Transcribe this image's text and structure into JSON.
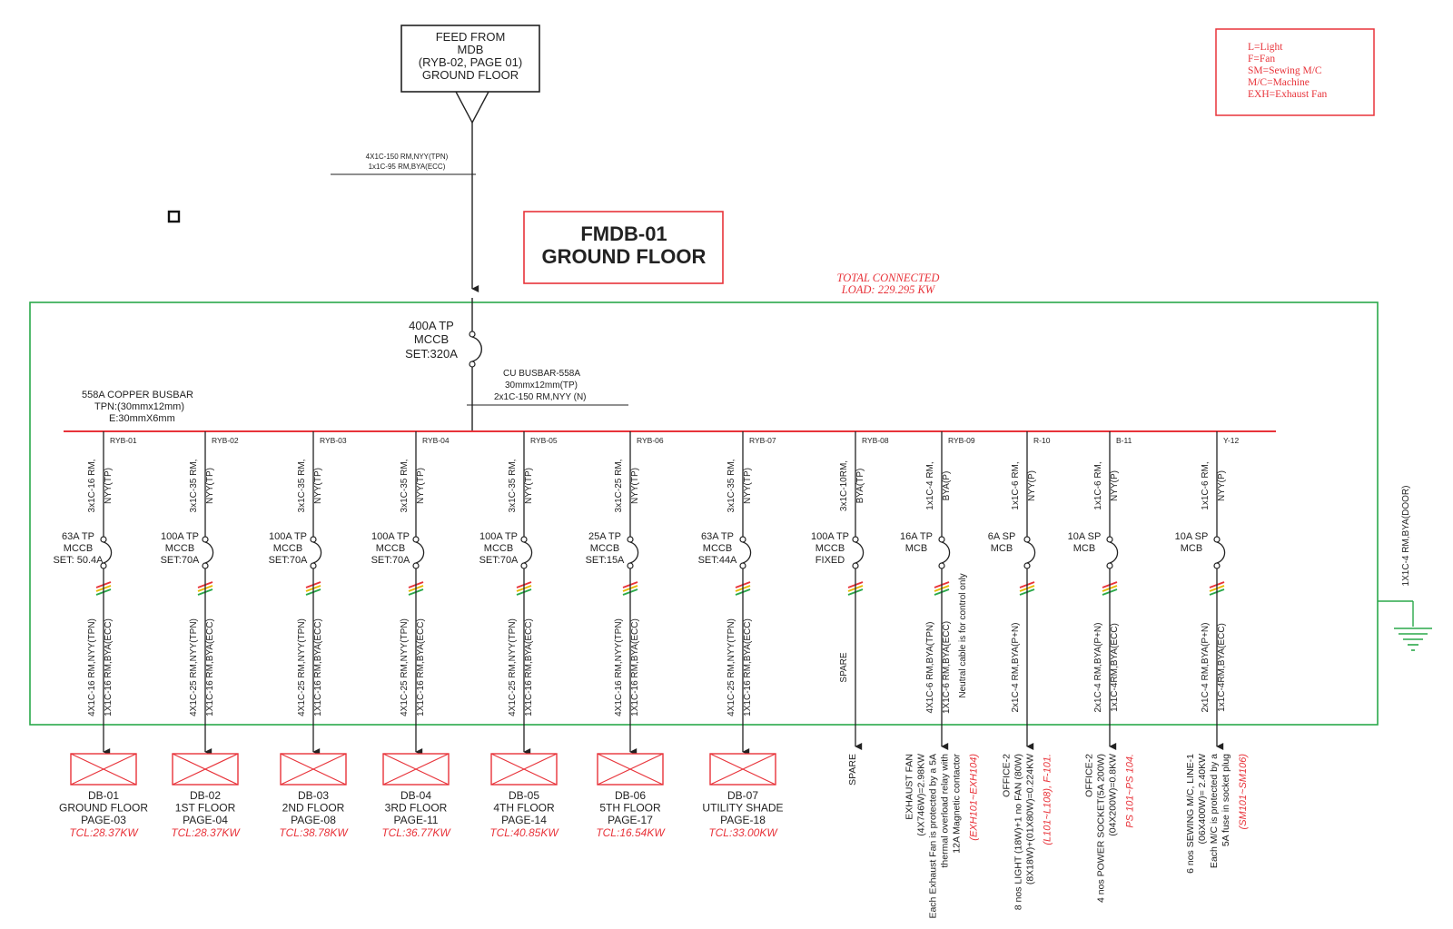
{
  "feed": {
    "lines": [
      "FEED FROM",
      "MDB",
      "(RYB-02, PAGE 01)",
      "GROUND FLOOR"
    ],
    "cable": [
      "4X1C-150 RM,NYY(TPN)",
      "1x1C-95 RM,BYA(ECC)"
    ]
  },
  "legend": [
    "L=Light",
    "F=Fan",
    "SM=Sewing M/C",
    "M/C=Machine",
    "EXH=Exhaust Fan"
  ],
  "title": [
    "FMDB-01",
    "GROUND FLOOR"
  ],
  "total_load": [
    "TOTAL CONNECTED",
    "LOAD: 229.295 KW"
  ],
  "main_breaker": [
    "400A TP",
    "MCCB",
    "SET:320A"
  ],
  "cu_busbar": [
    "CU BUSBAR-558A",
    "30mmx12mm(TP)",
    "2x1C-150 RM,NYY (N)"
  ],
  "copper_busbar": [
    "558A  COPPER BUSBAR",
    "TPN:(30mmx12mm)",
    "E:30mmX6mm"
  ],
  "earth_cable": "1X1C-4 RM,BYA(DOOR)",
  "colors": {
    "border": "#2aa84a",
    "accent": "#e8333a",
    "ink": "#222222"
  },
  "circuits": [
    {
      "tag": "RYB-01",
      "in_cable": [
        "3x1C-16 RM,",
        "NYY(TP)"
      ],
      "breaker": [
        "63A TP",
        "MCCB",
        "SET: 50.4A"
      ],
      "out_cable": [
        "4X1C-16 RM,NYY(TPN)",
        "1X1C-16 RM,BYA(ECC)"
      ],
      "db": {
        "lines": [
          "DB-01",
          "GROUND  FLOOR",
          "PAGE-03"
        ],
        "tcl": "TCL:28.37KW"
      }
    },
    {
      "tag": "RYB-02",
      "in_cable": [
        "3x1C-35 RM,",
        "NYY(TP)"
      ],
      "breaker": [
        "100A TP",
        "MCCB",
        "SET:70A"
      ],
      "out_cable": [
        "4X1C-25 RM,NYY(TPN)",
        "1X1C-16 RM,BYA(ECC)"
      ],
      "db": {
        "lines": [
          "DB-02",
          "1ST FLOOR",
          "PAGE-04"
        ],
        "tcl": "TCL:28.37KW"
      }
    },
    {
      "tag": "RYB-03",
      "in_cable": [
        "3x1C-35 RM,",
        "NYY(TP)"
      ],
      "breaker": [
        "100A TP",
        "MCCB",
        "SET:70A"
      ],
      "out_cable": [
        "4X1C-25 RM,NYY(TPN)",
        "1X1C-16 RM,BYA(ECC)"
      ],
      "db": {
        "lines": [
          "DB-03",
          "2ND FLOOR",
          "PAGE-08"
        ],
        "tcl": "TCL:38.78KW"
      }
    },
    {
      "tag": "RYB-04",
      "in_cable": [
        "3x1C-35 RM,",
        "NYY(TP)"
      ],
      "breaker": [
        "100A TP",
        "MCCB",
        "SET:70A"
      ],
      "out_cable": [
        "4X1C-25 RM,NYY(TPN)",
        "1X1C-16 RM,BYA(ECC)"
      ],
      "db": {
        "lines": [
          "DB-04",
          "3RD  FLOOR",
          "PAGE-11"
        ],
        "tcl": "TCL:36.77KW"
      }
    },
    {
      "tag": "RYB-05",
      "in_cable": [
        "3x1C-35 RM,",
        "NYY(TP)"
      ],
      "breaker": [
        "100A TP",
        "MCCB",
        "SET:70A"
      ],
      "out_cable": [
        "4X1C-25 RM,NYY(TPN)",
        "1X1C-16 RM,BYA(ECC)"
      ],
      "db": {
        "lines": [
          "DB-05",
          "4TH  FLOOR",
          "PAGE-14"
        ],
        "tcl": "TCL:40.85KW"
      }
    },
    {
      "tag": "RYB-06",
      "in_cable": [
        "3x1C-25 RM,",
        "NYY(TP)"
      ],
      "breaker": [
        "25A TP",
        "MCCB",
        "SET:15A"
      ],
      "out_cable": [
        "4X1C-16 RM,NYY(TPN)",
        "1X1C-16 RM,BYA(ECC)"
      ],
      "db": {
        "lines": [
          "DB-06",
          "5TH  FLOOR",
          "PAGE-17"
        ],
        "tcl": "TCL:16.54KW"
      }
    },
    {
      "tag": "RYB-07",
      "in_cable": [
        "3x1C-35 RM,",
        "NYY(TP)"
      ],
      "breaker": [
        "63A TP",
        "MCCB",
        "SET:44A"
      ],
      "out_cable": [
        "4X1C-25 RM,NYY(TPN)",
        "1X1C-16 RM,BYA(ECC)"
      ],
      "db": {
        "lines": [
          "DB-07",
          "UTILITY SHADE",
          "PAGE-18"
        ],
        "tcl": "TCL:33.00KW"
      }
    },
    {
      "tag": "RYB-08",
      "in_cable": [
        "3x1C-10RM,",
        "BYA(TP)"
      ],
      "breaker": [
        "100A TP",
        "MCCB",
        "FIXED"
      ],
      "out_cable": [
        "SPARE"
      ],
      "load": {
        "lines": [
          "SPARE"
        ],
        "ref": ""
      }
    },
    {
      "tag": "RYB-09",
      "in_cable": [
        "1x1C-4 RM,",
        "BYA(P)"
      ],
      "breaker": [
        "16A TP",
        "MCB"
      ],
      "out_cable": [
        "4X1C-6 RM,BYA(TPN)",
        "1X1C-6 RM,BYA(ECC)",
        "Neutral cable is for control only"
      ],
      "load": {
        "lines": [
          "EXHAUST FAN",
          "(4X746W)=2.98KW",
          "Each Exhaust Fan is protected  by a 5A",
          "thermal overload relay with",
          "12A Magnetic contactor"
        ],
        "ref": "(EXH101~EXH104)"
      }
    },
    {
      "tag": "R-10",
      "in_cable": [
        "1x1C-6 RM,",
        "NYY(P)"
      ],
      "breaker": [
        "6A SP",
        "MCB"
      ],
      "out_cable": [
        "2x1C-4 RM,BYA(P+N)"
      ],
      "load": {
        "lines": [
          "OFFICE-2",
          "8 nos LIGHT (18W)+1 no FAN (80W)",
          "(8X18W)+(01X80W)=0.224KW"
        ],
        "ref": "(L101~L108), F-101."
      }
    },
    {
      "tag": "B-11",
      "in_cable": [
        "1x1C-6 RM,",
        "NYY(P)"
      ],
      "breaker": [
        "10A SP",
        "MCB"
      ],
      "out_cable": [
        "2x1C-4 RM,BYA(P+N)",
        "1x1C-4RM,BYA(ECC)"
      ],
      "load": {
        "lines": [
          "OFFICE-2",
          "4 nos POWER SOCKET(5A 200W)",
          "(04X200W)=0.8KW"
        ],
        "ref": "PS 101~PS 104."
      }
    },
    {
      "tag": "Y-12",
      "in_cable": [
        "1x1C-6 RM,",
        "NYY(P)"
      ],
      "breaker": [
        "10A SP",
        "MCB"
      ],
      "out_cable": [
        "2x1C-4 RM,BYA(P+N)",
        "1x1C-4RM,BYA(ECC)"
      ],
      "load": {
        "lines": [
          "6 nos SEWING M/C,  LINE-1",
          "(06X400W)= 2.40KW",
          "Each M/C is protected by a",
          "5A fuse in socket plug"
        ],
        "ref": "(SM101~SM106)"
      }
    }
  ]
}
